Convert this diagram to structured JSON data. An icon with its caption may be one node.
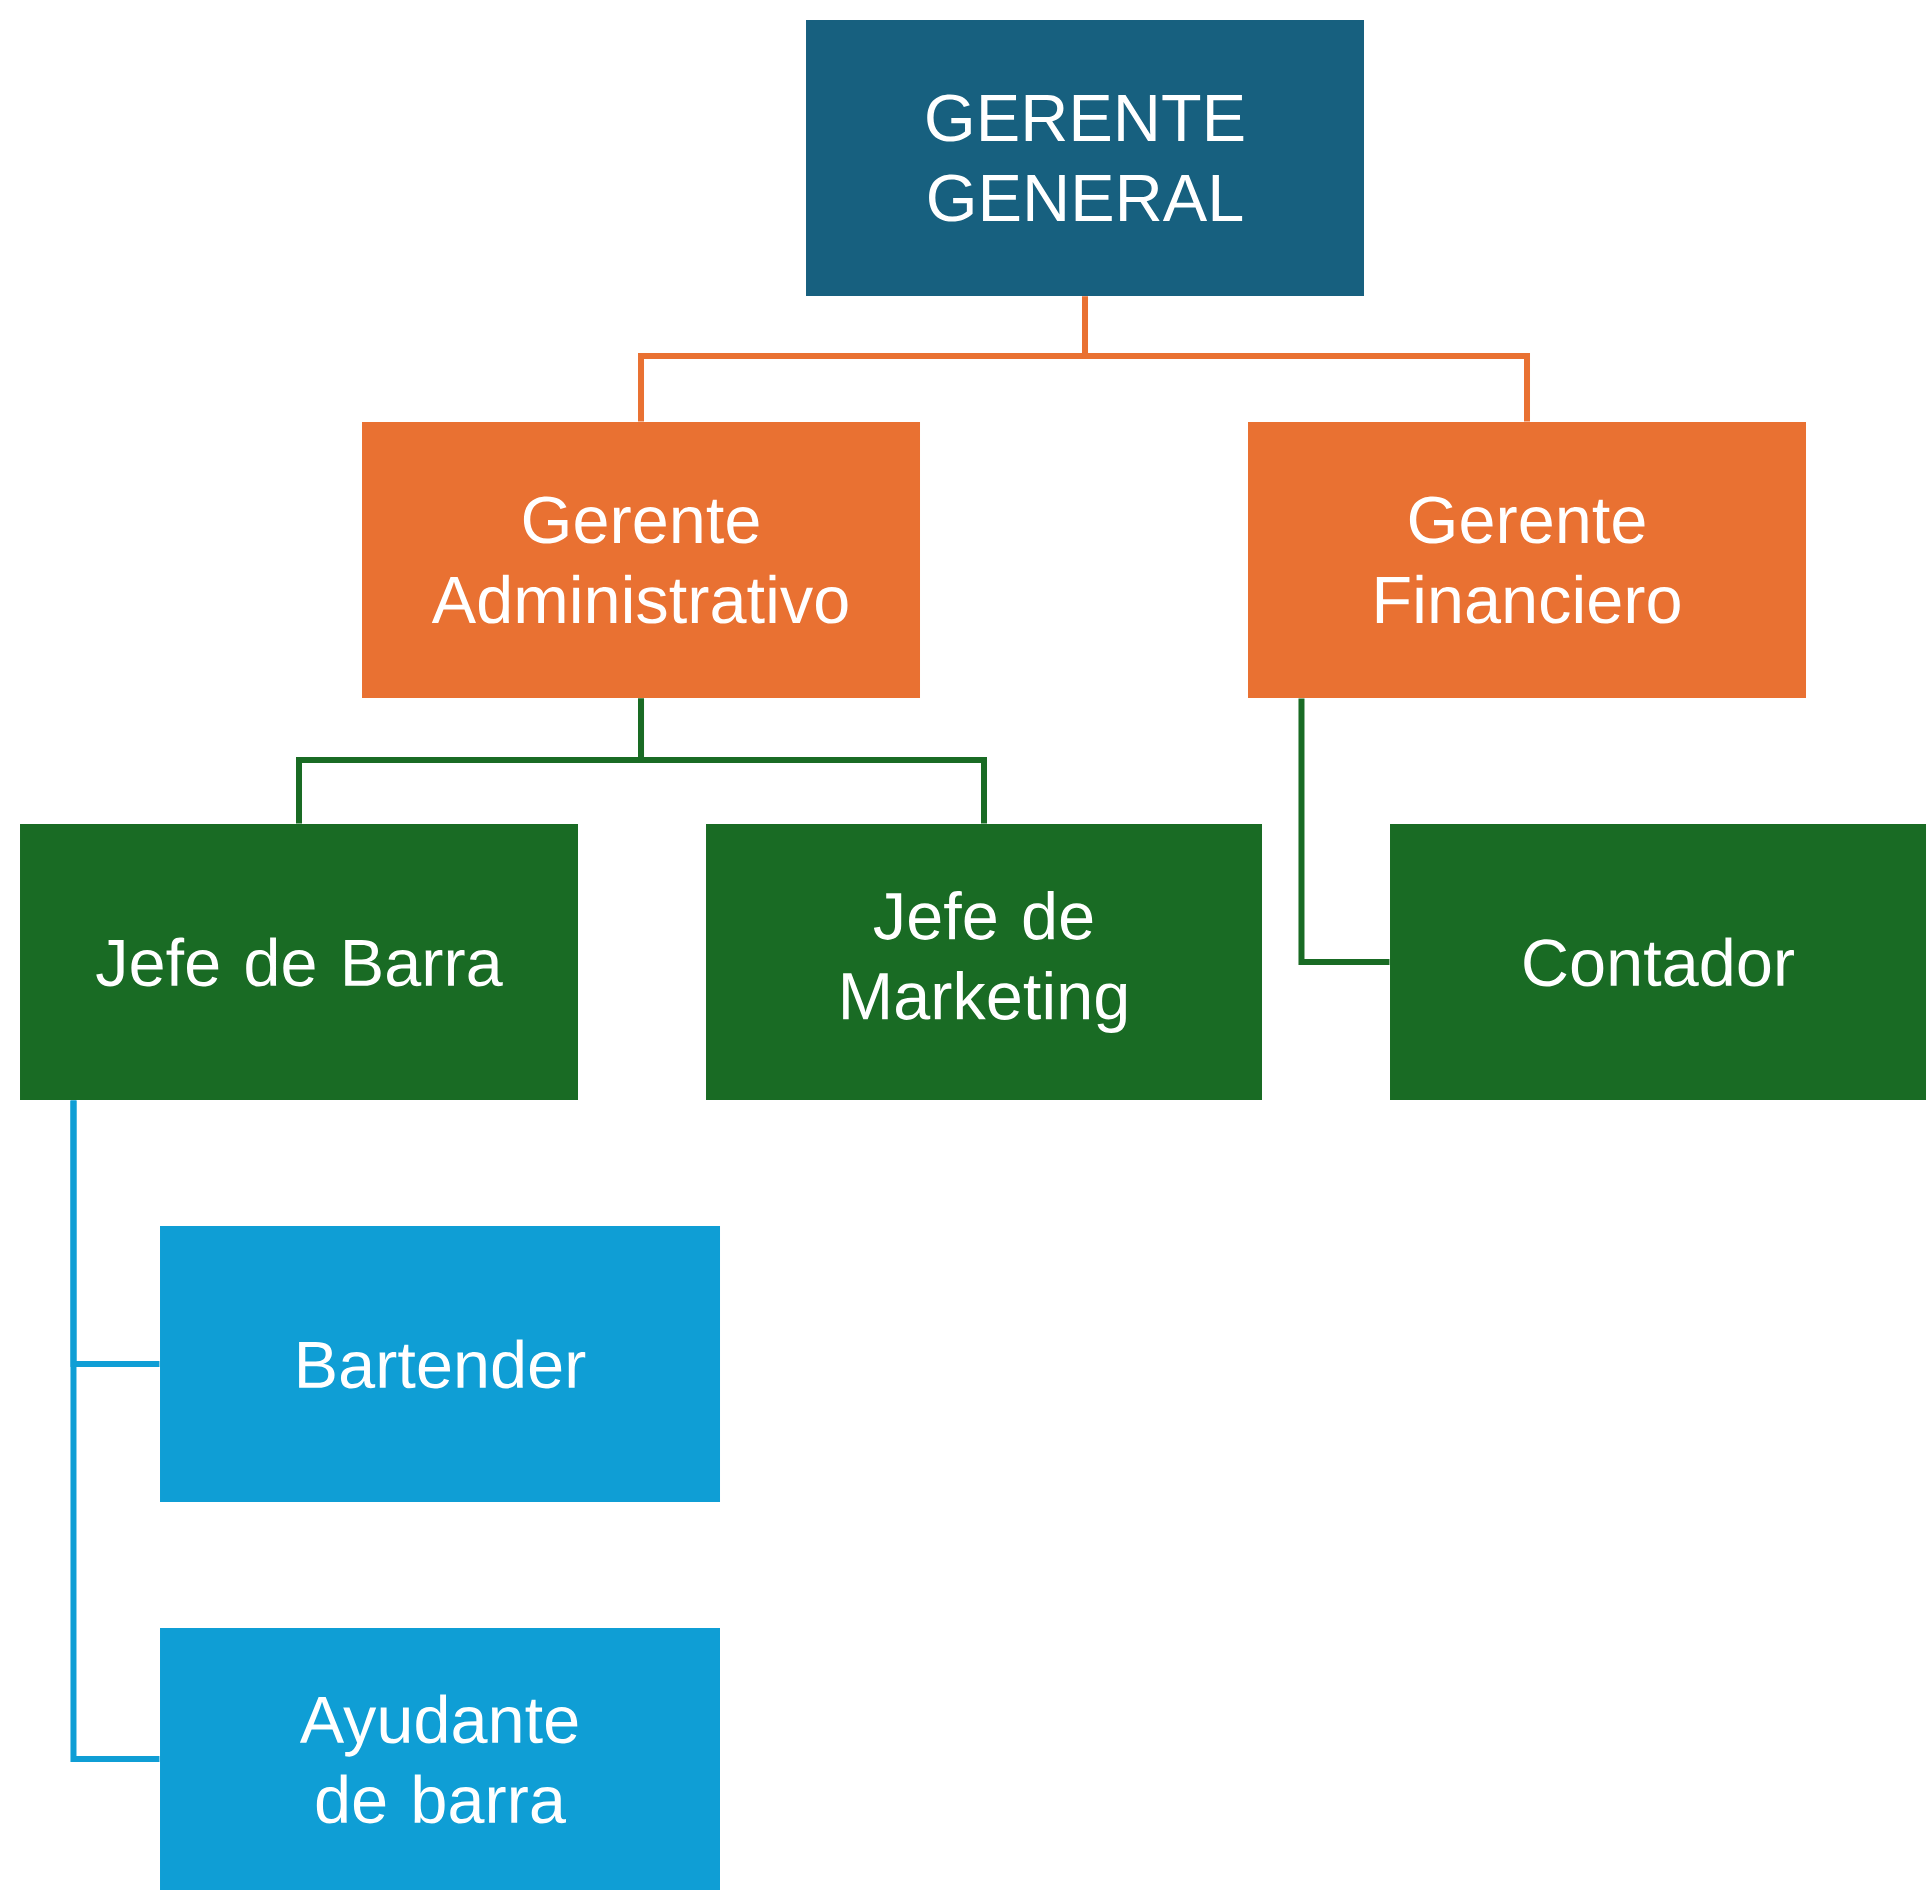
{
  "diagram": {
    "nodes": [
      {
        "text": [
          "GERENTE GENERAL"
        ]
      },
      {
        "text": [
          "Gerente Administrativo"
        ]
      },
      {
        "text": [
          "Gerente Financiero"
        ]
      },
      {
        "text": [
          "Jefe de Barra"
        ]
      },
      {
        "text": [
          "Jefe de Marketing"
        ]
      },
      {
        "text": [
          "Contador"
        ]
      },
      {
        "text": [
          "Bartender"
        ]
      },
      {
        "text": [
          "Ayudante de barra"
        ]
      }
    ],
    "edges": [
      {
        "from": 0,
        "to": 1,
        "arrow": "none",
        "color": "#e97132"
      },
      {
        "from": 0,
        "to": 2,
        "arrow": "none",
        "color": "#e97132"
      },
      {
        "from": 1,
        "to": 3,
        "arrow": "none",
        "color": "#196b24"
      },
      {
        "from": 1,
        "to": 4,
        "arrow": "none",
        "color": "#196b24"
      },
      {
        "from": 2,
        "to": 5,
        "arrow": "none",
        "color": "#196b24"
      },
      {
        "from": 3,
        "to": 6,
        "arrow": "none",
        "color": "#0f9ed5"
      },
      {
        "from": 3,
        "to": 7,
        "arrow": "none",
        "color": "#0f9ed5"
      }
    ]
  }
}
